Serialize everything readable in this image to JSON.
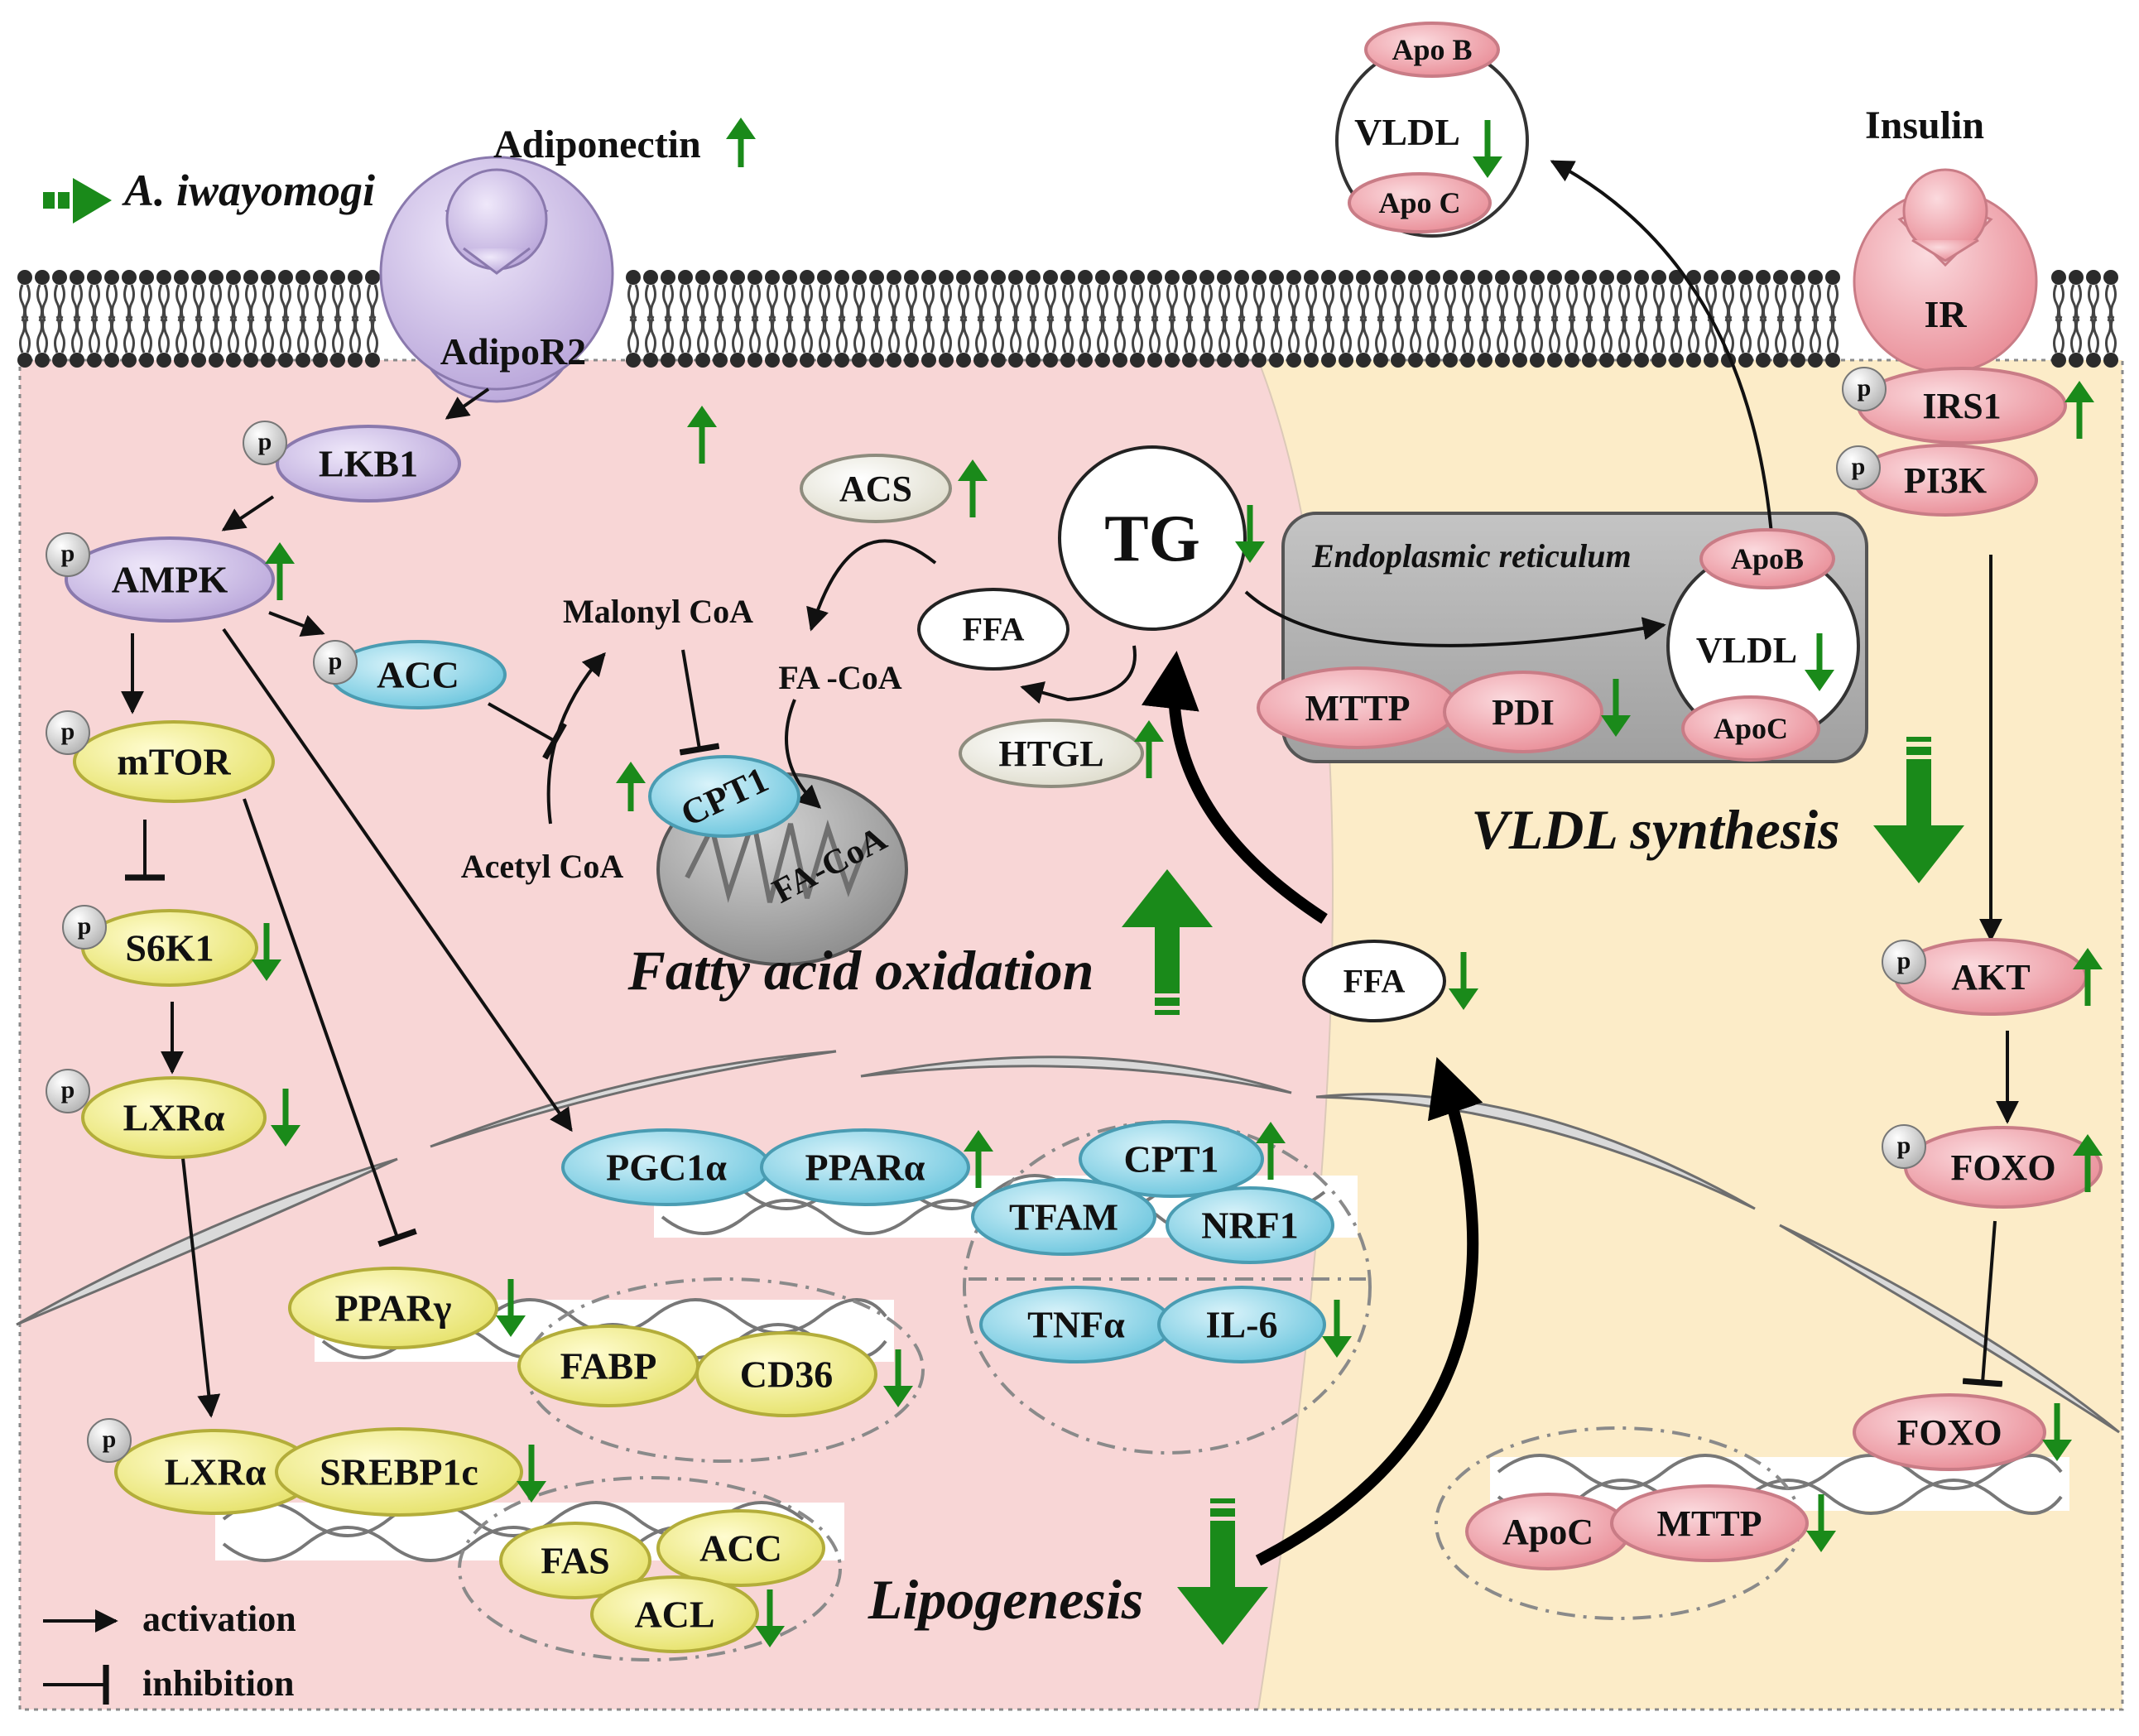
{
  "legend": {
    "treatment": "A. iwayomogi",
    "activation": "activation",
    "inhibition": "inhibition"
  },
  "labels": {
    "adiponectin": "Adiponectin",
    "adipor2": "AdipoR2",
    "insulin": "Insulin",
    "ir": "IR",
    "irs1": "IRS1",
    "pi3k": "PI3K",
    "akt": "AKT",
    "foxo_p": "FOXO",
    "foxo_nuc": "FOXO",
    "lkb1": "LKB1",
    "ampk": "AMPK",
    "acc": "ACC",
    "mtor": "mTOR",
    "s6k1": "S6K1",
    "lxra": "LXRα",
    "lxra_nuc": "LXRα",
    "srebp1c": "SREBP1c",
    "ppary": "PPARγ",
    "fabp": "FABP",
    "cd36": "CD36",
    "fas": "FAS",
    "acc2": "ACC",
    "acl": "ACL",
    "pgc1a": "PGC1α",
    "ppara": "PPARα",
    "cpt1_nuc": "CPT1",
    "tfam": "TFAM",
    "nrf1": "NRF1",
    "tnfa": "TNFα",
    "il6": "IL-6",
    "cpt1_mito": "CPT1",
    "fa_coa_mito": "FA-CoA",
    "malonyl_coa": "Malonyl CoA",
    "acetyl_coa": "Acetyl CoA",
    "fa_coa": "FA -CoA",
    "acs": "ACS",
    "tg": "TG",
    "ffa_top": "FFA",
    "ffa_bottom": "FFA",
    "htgl": "HTGL",
    "er": "Endoplasmic reticulum",
    "mttp_er": "MTTP",
    "pdi": "PDI",
    "apob_er": "ApoB",
    "vldl_er": "VLDL",
    "apoc_er": "ApoC",
    "apob_ext": "Apo B",
    "vldl_ext": "VLDL",
    "apoc_ext": "Apo C",
    "apoc_nuc": "ApoC",
    "mttp_nuc": "MTTP",
    "p": "p"
  },
  "processes": {
    "fao": "Fatty acid oxidation",
    "lipogenesis": "Lipogenesis",
    "vldl_synthesis": "VLDL synthesis"
  },
  "colors": {
    "cytoplasm_left": "#f8d6d6",
    "cytoplasm_right": "#fcecc8",
    "lavender": "#c9b8e4",
    "blue": "#86d4e8",
    "yellow": "#f0ee8c",
    "pink": "#f1a3ab",
    "white_node": "#f6f6f0",
    "er_gray": "#b0b0b0",
    "arrow_green": "#1a8a1a"
  }
}
